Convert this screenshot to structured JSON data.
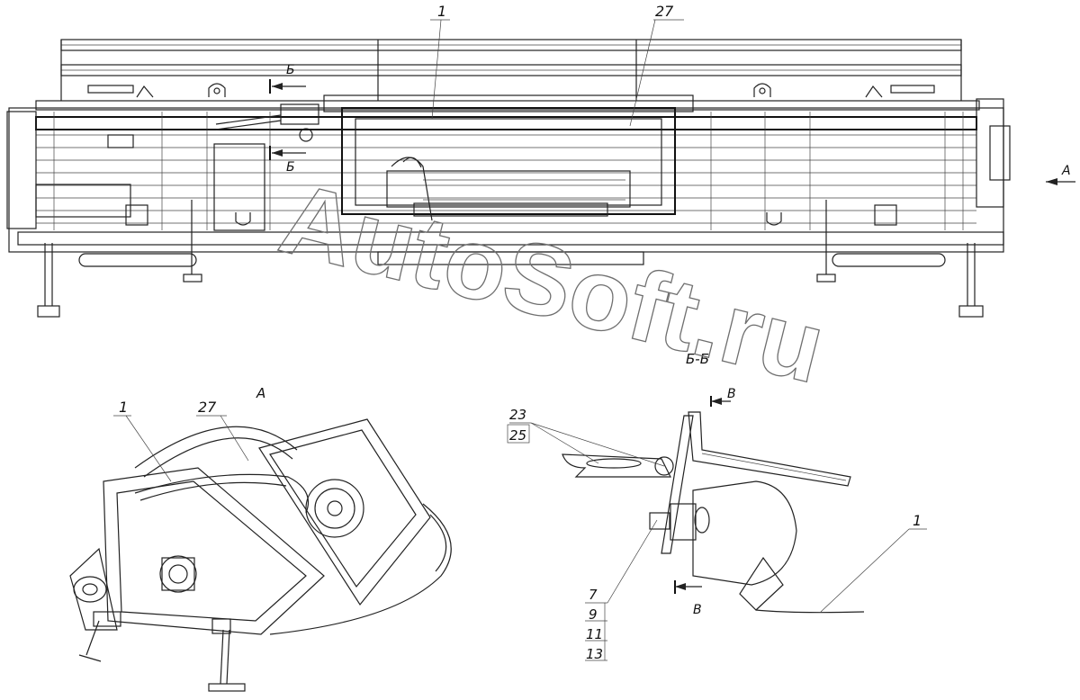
{
  "watermark": "AutoSoft.ru",
  "views": {
    "main": {
      "callouts": [
        "1",
        "27"
      ],
      "section_mark": "Б",
      "view_mark": "А"
    },
    "view_a": {
      "title": "А",
      "callouts": [
        "1",
        "27"
      ]
    },
    "section_bb": {
      "title": "Б-Б",
      "view_mark": "В",
      "callouts_top": [
        "23",
        "25"
      ],
      "callouts_bottom": [
        "7",
        "9",
        "11",
        "13"
      ],
      "callout_right": "1"
    }
  },
  "colors": {
    "line": "#222222",
    "watermark": "#6f6f6f",
    "background": "#ffffff"
  }
}
